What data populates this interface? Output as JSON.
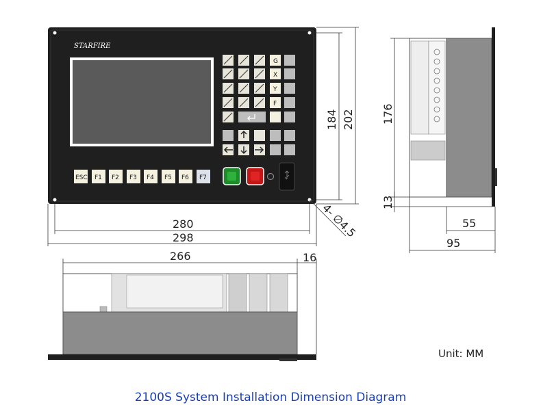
{
  "front_view": {
    "logo_text": "STARFIRE",
    "function_keys": [
      "ESC",
      "F1",
      "F2",
      "F3",
      "F4",
      "F5",
      "F6",
      "F7"
    ],
    "keypad_letters": [
      "G",
      "X",
      "Y",
      "F"
    ],
    "dims": {
      "inner_width": "280",
      "outer_width": "298",
      "inner_height": "184",
      "outer_height": "202",
      "hole": "4- ∅4.5"
    }
  },
  "side_view": {
    "dims": {
      "height": "176",
      "flange": "13",
      "depth_inner": "55",
      "depth_total": "95"
    }
  },
  "top_view": {
    "dims": {
      "width": "266",
      "flange": "16"
    }
  },
  "unit_label": "Unit: MM",
  "caption": "2100S System Installation Dimension Diagram",
  "colors": {
    "panel": "#1f1f1f",
    "screen": "#5a5a5a",
    "key": "#f4f1e0",
    "start": "#1e8c2a",
    "stop": "#c41818",
    "caption": "#1a3fb0"
  }
}
